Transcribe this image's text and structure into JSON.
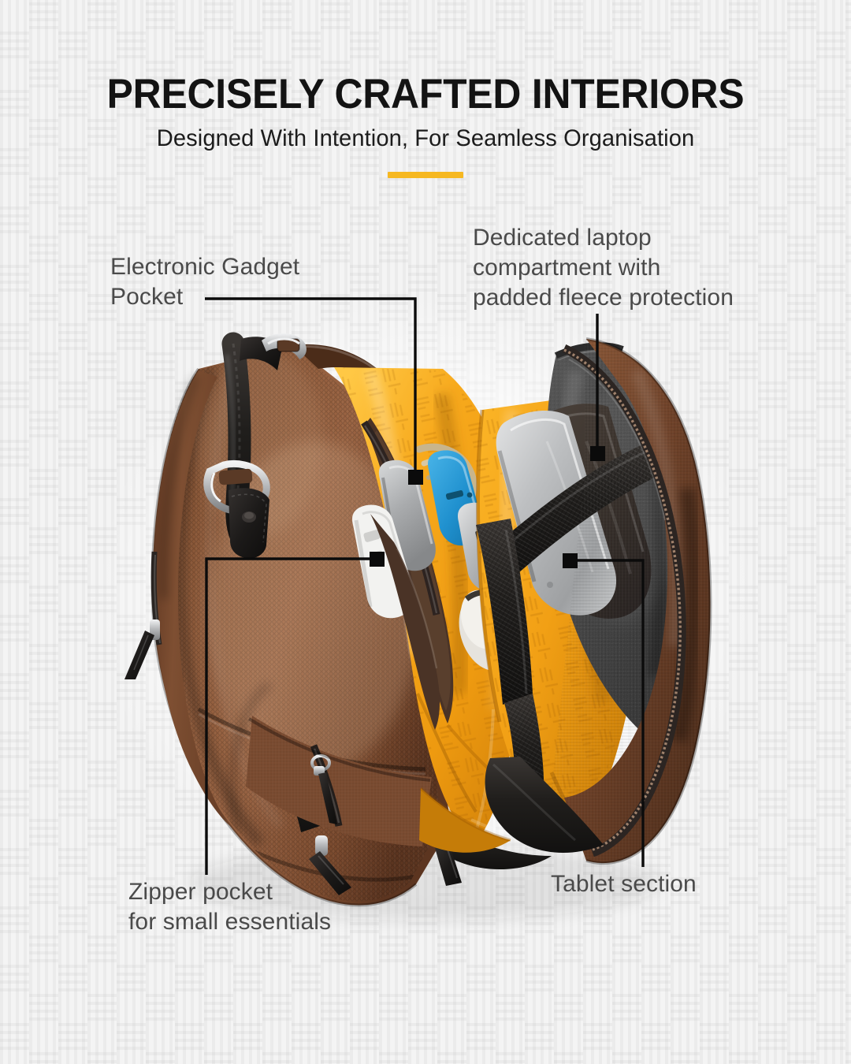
{
  "header": {
    "title": "PRECISELY CRAFTED INTERIORS",
    "subtitle": "Designed With Intention, For Seamless Organisation",
    "accent_color": "#F6B821"
  },
  "callouts": [
    {
      "id": "gadget",
      "label": "Electronic Gadget\nPocket"
    },
    {
      "id": "laptop",
      "label": "Dedicated laptop\ncompartment with\npadded fleece protection"
    },
    {
      "id": "zipper",
      "label": "Zipper pocket\nfor small essentials"
    },
    {
      "id": "tablet",
      "label": "Tablet section"
    }
  ],
  "callout_text": {
    "gadget_line1": "Electronic Gadget",
    "gadget_line2": "Pocket",
    "laptop_line1": "Dedicated laptop",
    "laptop_line2": "compartment with",
    "laptop_line3": "padded fleece protection",
    "zipper_line1": "Zipper pocket",
    "zipper_line2": "for small essentials",
    "tablet_line1": "Tablet section"
  },
  "product": {
    "name": "open-backpack-interior",
    "colors": {
      "shell_brown": "#8B5A3C",
      "shell_brown_dark": "#5E3823",
      "shell_brown_light": "#A06A47",
      "lining_yellow": "#F5A21A",
      "lining_yellow_light": "#FFC133",
      "lining_yellow_dark": "#C97D08",
      "fleece_gray": "#4B4B4B",
      "fleece_gray_light": "#6E6E6E",
      "leather_black": "#1E1C1B",
      "device_silver": "#B9BBBD",
      "powerbank_blue": "#2A9BD8",
      "hardware_silver": "#C9CACB"
    }
  },
  "theme": {
    "background": "#F4F4F4",
    "weave_line": "rgba(0,0,0,0.035)",
    "title_color": "#131313",
    "label_color": "#4A4A4A",
    "leader_color": "#0B0B0B"
  }
}
